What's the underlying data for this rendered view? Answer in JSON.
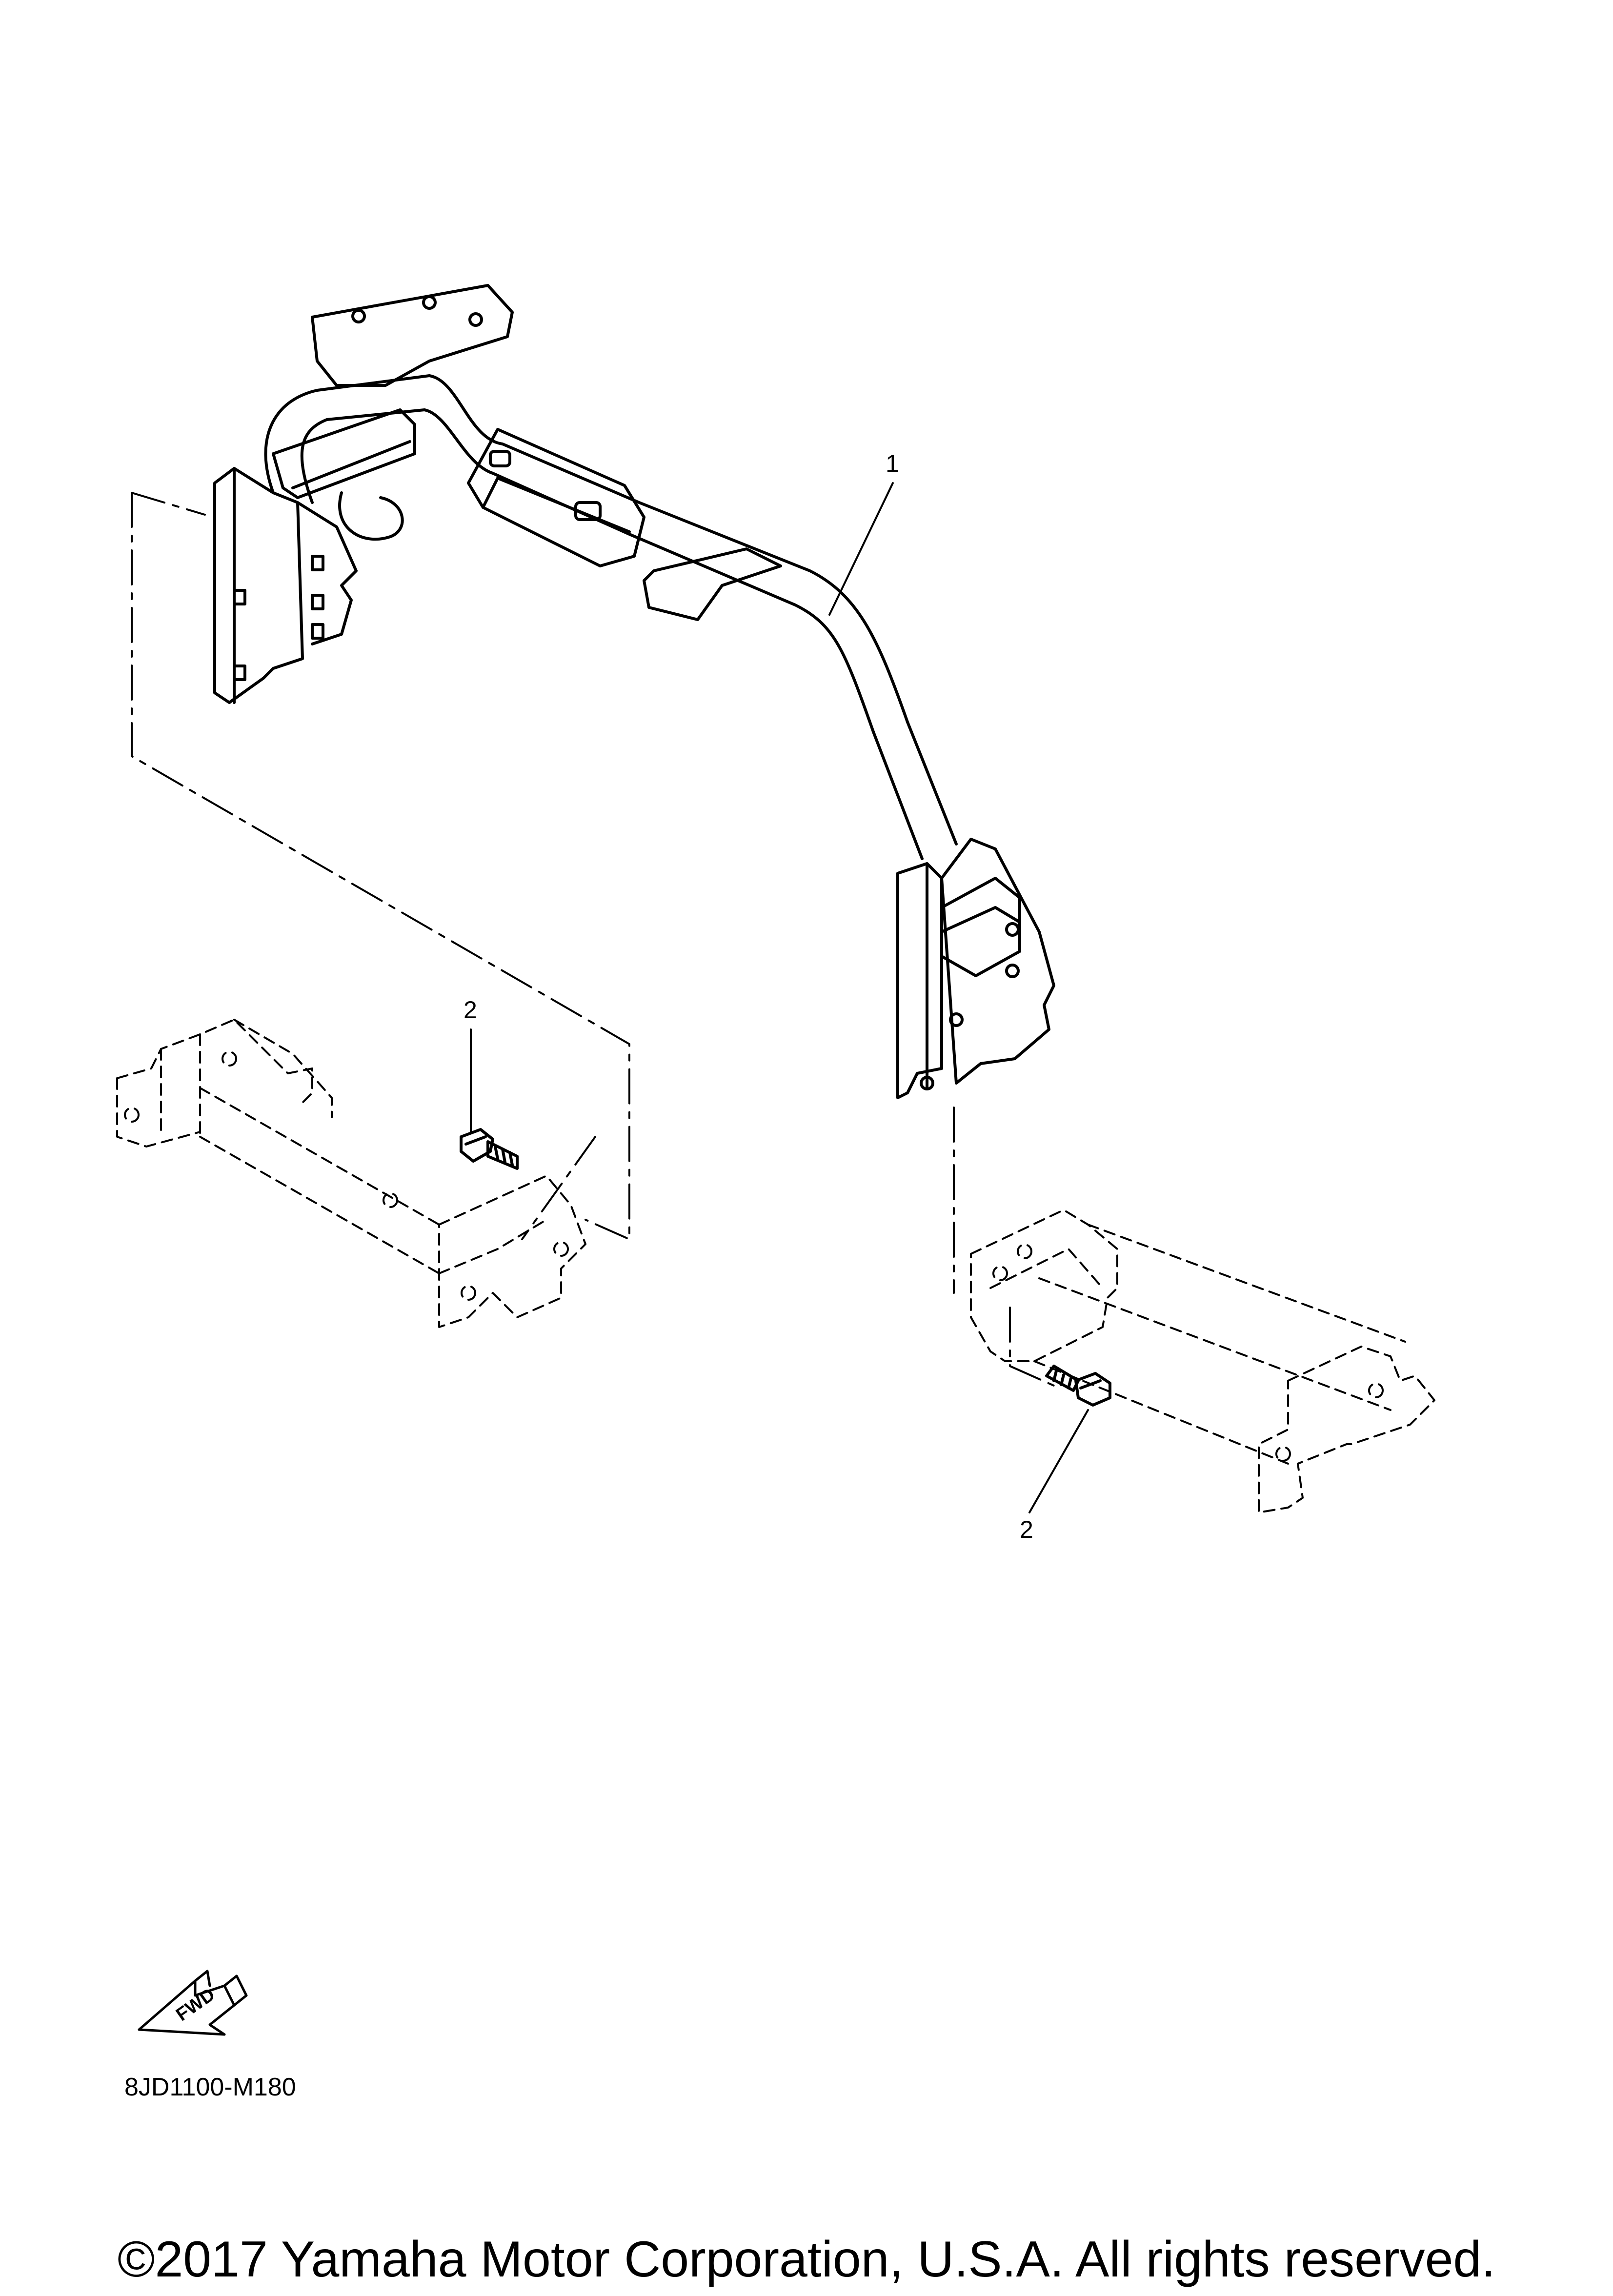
{
  "diagram": {
    "callouts": [
      {
        "id": "1",
        "label": "1"
      },
      {
        "id": "2a",
        "label": "2"
      },
      {
        "id": "2b",
        "label": "2"
      }
    ],
    "fwd_label": "FWD",
    "diagram_code": "8JD1100-M180",
    "copyright": "©2017 Yamaha Motor Corporation, U.S.A. All rights reserved."
  }
}
